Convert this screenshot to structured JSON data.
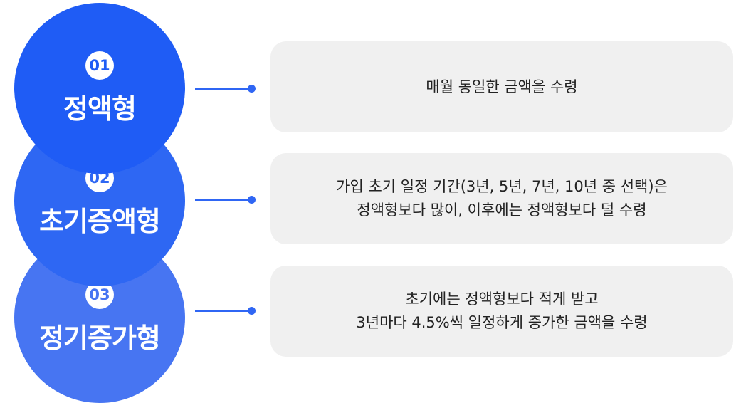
{
  "items": [
    {
      "number": "01",
      "title": "정액형",
      "lines": [
        "매월 동일한 금액을 수령"
      ]
    },
    {
      "number": "02",
      "title": "초기증액형",
      "lines": [
        "가입 초기 일정 기간(3년, 5년, 7년, 10년 중 선택)은",
        "정액형보다 많이, 이후에는 정액형보다 덜 수령"
      ]
    },
    {
      "number": "03",
      "title": "정기증가형",
      "lines": [
        "초기에는 정액형보다 적게 받고",
        "3년마다 4.5%씩 일정하게 증가한 금액을 수령"
      ]
    }
  ],
  "colors": {
    "circle_1": "#1f5cf5",
    "circle_2": "#2e67f3",
    "circle_3": "#4775f2",
    "connector": "#2f66f4",
    "box_background": "#f0f0f0"
  }
}
